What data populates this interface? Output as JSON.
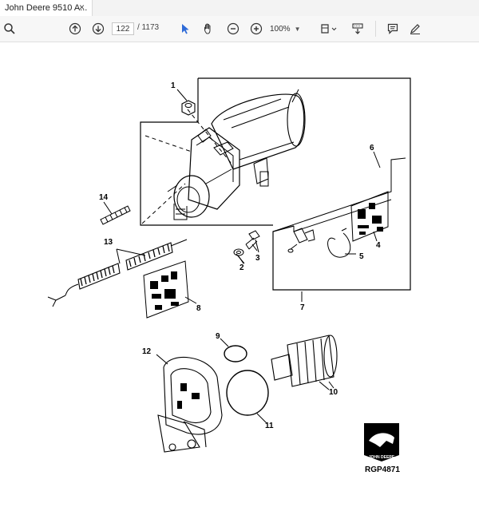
{
  "tab": {
    "title": "John Deere 9510 A...",
    "close_glyph": "×"
  },
  "toolbar": {
    "page_current": "122",
    "page_total": "/ 1173",
    "zoom": "100%",
    "icons": [
      "search-icon",
      "page-up-icon",
      "page-down-icon",
      "select-cursor-icon",
      "hand-tool-icon",
      "zoom-out-icon",
      "zoom-in-icon",
      "fit-page-icon",
      "scroll-mode-icon",
      "comment-icon",
      "pen-icon"
    ]
  },
  "diagram": {
    "callouts": [
      "1",
      "2",
      "3",
      "4",
      "5",
      "6",
      "7",
      "8",
      "9",
      "10",
      "11",
      "12",
      "13",
      "14"
    ],
    "logo_text": "JOHN DEERE",
    "figure_id": "RGP4871"
  },
  "colors": {
    "toolbar_bg": "#f7f7f7",
    "accent": "#2e6bd8",
    "line": "#000000"
  }
}
